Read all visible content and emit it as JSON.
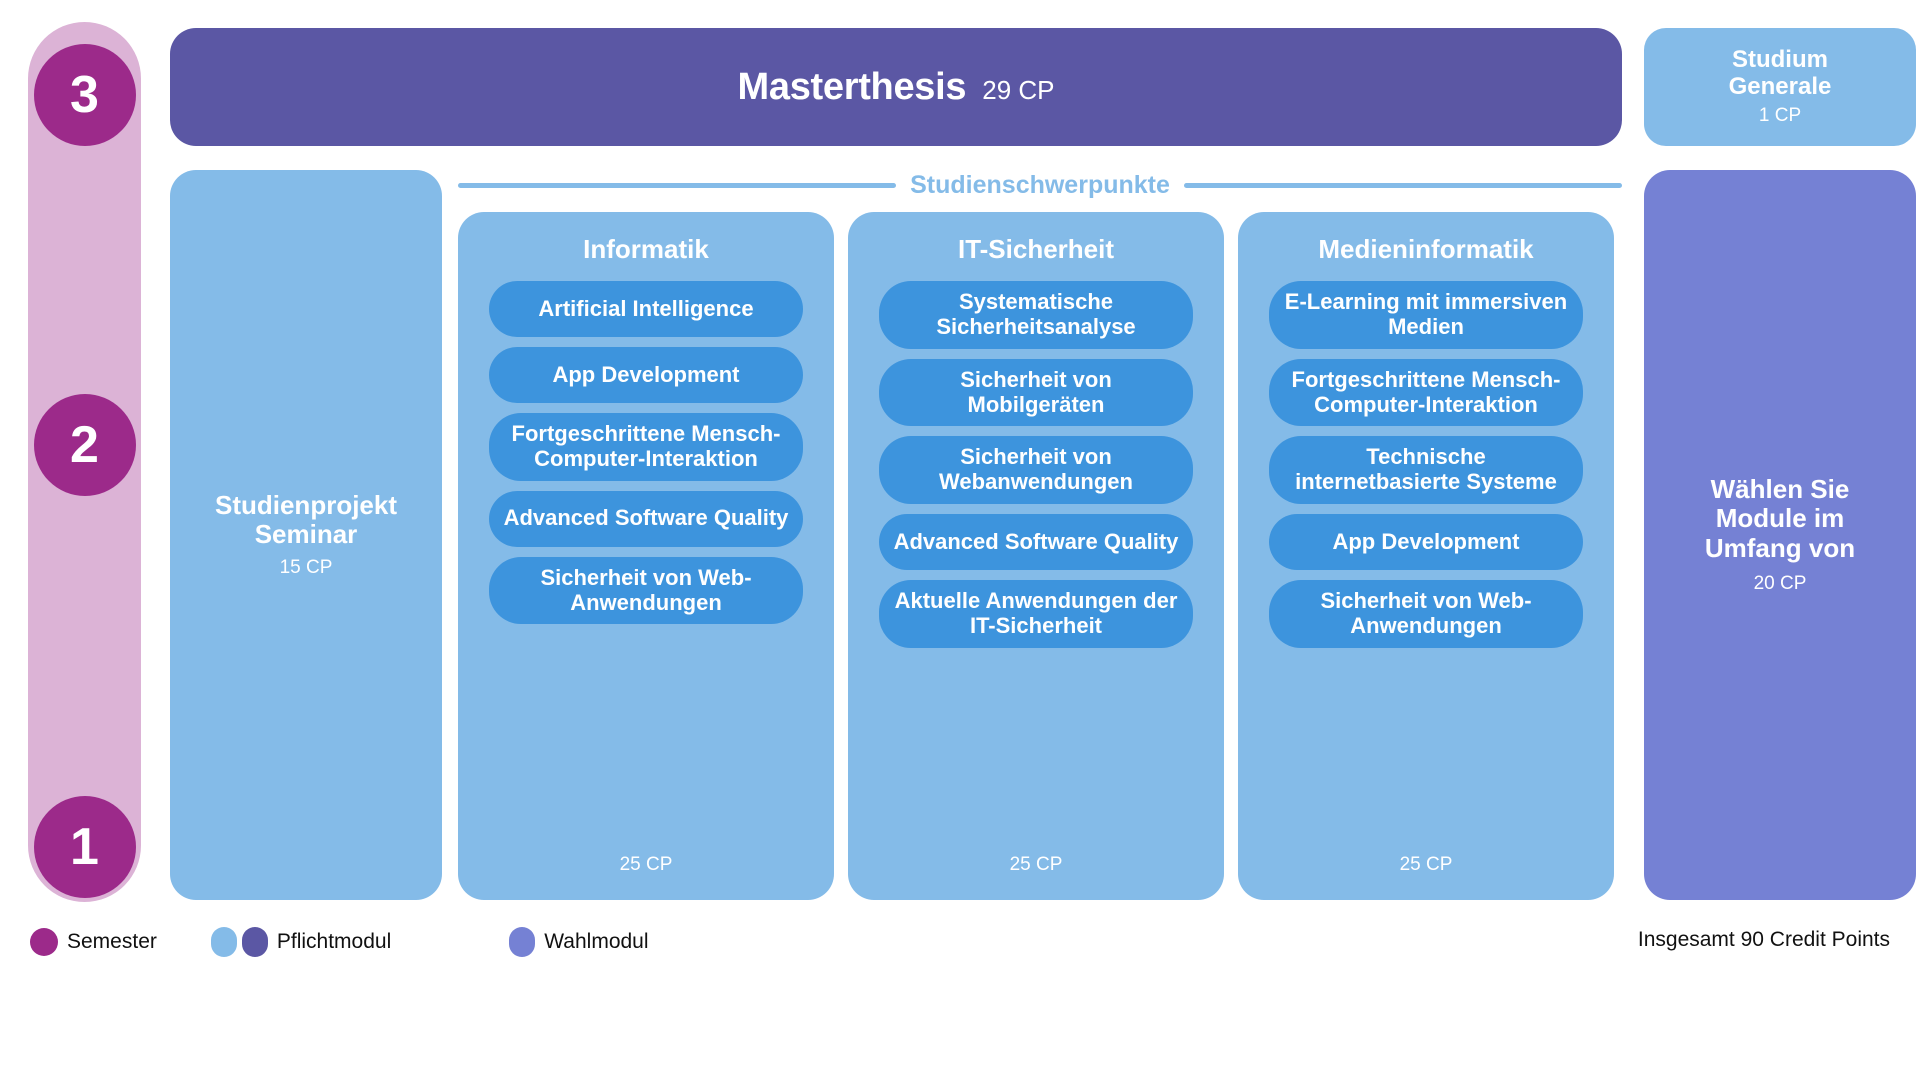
{
  "semester_rail": {
    "name": "Semester",
    "color": "#9c2a8a",
    "track_color": "#dcb3d6",
    "circles": [
      "3",
      "2",
      "1"
    ]
  },
  "thesis": {
    "title": "Masterthesis",
    "cp": "29 CP",
    "color": "#5b57a4"
  },
  "studium_generale": {
    "line1": "Studium",
    "line2": "Generale",
    "cp": "1 CP",
    "color": "#84bbe8"
  },
  "studienprojekt": {
    "line1": "Studienprojekt",
    "line2": "Seminar",
    "cp": "15 CP",
    "color": "#84bbe8"
  },
  "schwerpunkte": {
    "label": "Studienschwerpunkte",
    "rule_color": "#84bbe8",
    "columns": [
      {
        "title": "Informatik",
        "cp": "25 CP",
        "modules": [
          "Artificial Intelligence",
          "App Development",
          "Fortgeschrittene Mensch-Computer-Interaktion",
          "Advanced Software Quality",
          "Sicherheit von Web-Anwendungen"
        ]
      },
      {
        "title": "IT-Sicherheit",
        "cp": "25 CP",
        "modules": [
          "Systematische Sicherheitsanalyse",
          "Sicherheit von Mobilgeräten",
          "Sicherheit von Webanwendungen",
          "Advanced Software Quality",
          "Aktuelle Anwendungen der IT-Sicherheit"
        ]
      },
      {
        "title": "Medieninformatik",
        "cp": "25 CP",
        "modules": [
          "E-Learning mit immersiven Medien",
          "Fortgeschrittene Mensch-Computer-Interaktion",
          "Technische internetbasierte Systeme",
          "App Development",
          "Sicherheit von Web-Anwendungen"
        ]
      }
    ]
  },
  "wahl_panel": {
    "line1": "Wählen Sie",
    "line2": "Module im",
    "line3": "Umfang von",
    "cp": "20 CP",
    "color": "#7581d4"
  },
  "legend": {
    "items": [
      {
        "label": "Semester",
        "colors": [
          "#9c2a8a"
        ]
      },
      {
        "label": "Pflichtmodul",
        "colors": [
          "#84bbe8",
          "#5b57a4"
        ]
      },
      {
        "label": "Wahlmodul",
        "colors": [
          "#7581d4"
        ]
      }
    ],
    "total": "Insgesamt 90 Credit Points"
  }
}
